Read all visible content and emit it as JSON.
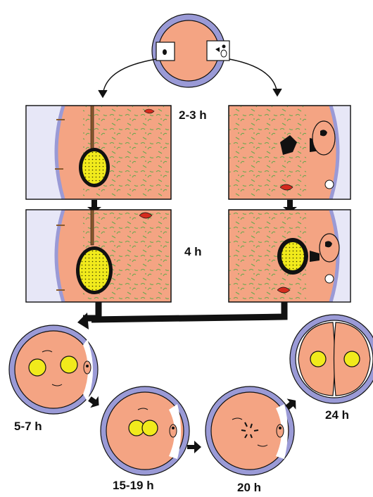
{
  "time_labels": {
    "t1": "2-3 h",
    "t2": "4 h",
    "t3": "5-7 h",
    "t4": "15-19 h",
    "t5": "20 h",
    "t6": "24 h"
  },
  "colors": {
    "cytoplasm": "#f4a483",
    "zona": "#9a9ad6",
    "zona_light": "#e7e7f7",
    "pronucleus": "#f1ea1c",
    "mitochondria": "#d52b1e",
    "organelles": "#6aa84f",
    "outline": "#111111"
  }
}
